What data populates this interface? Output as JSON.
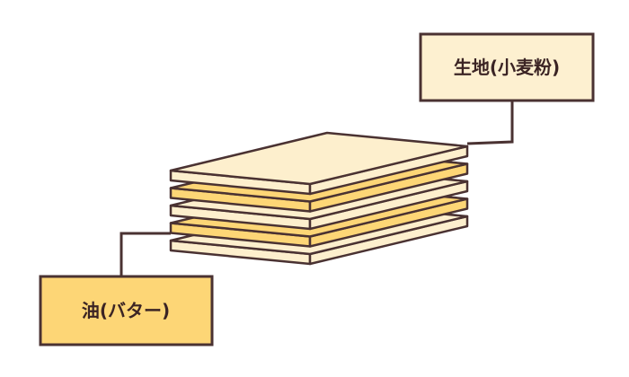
{
  "labels": {
    "dough": "生地(小麦粉)",
    "butter": "油(バター)"
  },
  "layers": [
    "dough",
    "butter",
    "dough",
    "butter",
    "dough"
  ],
  "colors": {
    "dough": "#fdefcd",
    "butter": "#fdd676",
    "stroke": "#4a3232"
  }
}
